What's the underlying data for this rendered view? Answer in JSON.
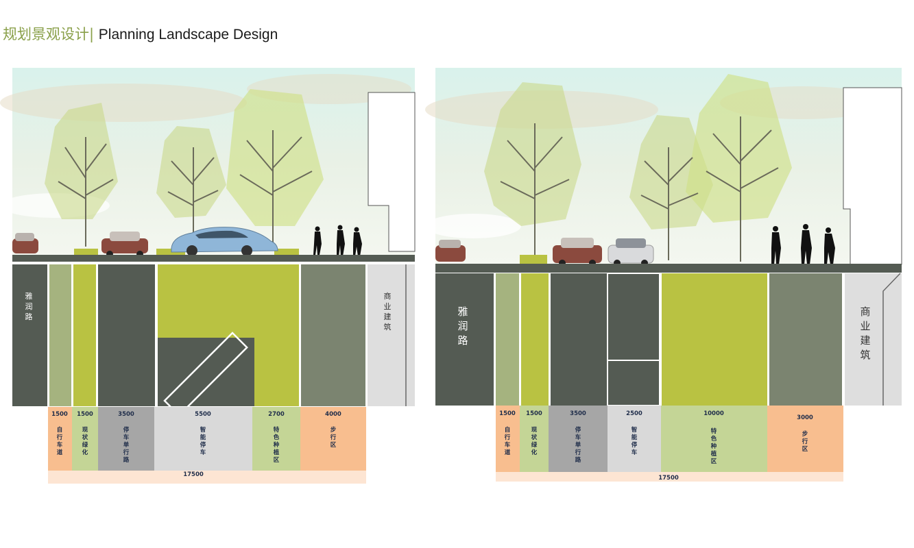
{
  "header": {
    "title_cn": "规划景观设计",
    "separator": "|",
    "title_en": "Planning Landscape Design"
  },
  "colors": {
    "dark_road": "#545b53",
    "light_green": "#a5b37f",
    "lime": "#b9c242",
    "grey_green": "#7b8470",
    "building": "#dedede",
    "dim_orange": "#f8be8f",
    "dim_light_green": "#c4d596",
    "dim_grey": "#a6a6a6",
    "dim_light_grey": "#d9d9d9",
    "total_bar": "#fde5d3"
  },
  "left": {
    "road_label": "雅润路",
    "building_label": "商业建筑",
    "segments": [
      {
        "value": "1500",
        "label": "自行车道"
      },
      {
        "value": "1500",
        "label": "现状绿化"
      },
      {
        "value": "3500",
        "label": "停车单行路"
      },
      {
        "value": "5500",
        "label": "智能停车"
      },
      {
        "value": "2700",
        "label": "特色种植区"
      },
      {
        "value": "4000",
        "label": "步行区"
      }
    ],
    "total": "17500"
  },
  "right": {
    "road_label": "雅润路",
    "building_label": "商业建筑",
    "segments": [
      {
        "value": "1500",
        "label": "自行车道"
      },
      {
        "value": "1500",
        "label": "现状绿化"
      },
      {
        "value": "3500",
        "label": "停车单行路"
      },
      {
        "value": "2500",
        "label": "智能停车"
      },
      {
        "value": "10000",
        "label": "特色种植区"
      },
      {
        "value": "3000",
        "label": "步行区"
      }
    ],
    "total": "17500"
  }
}
